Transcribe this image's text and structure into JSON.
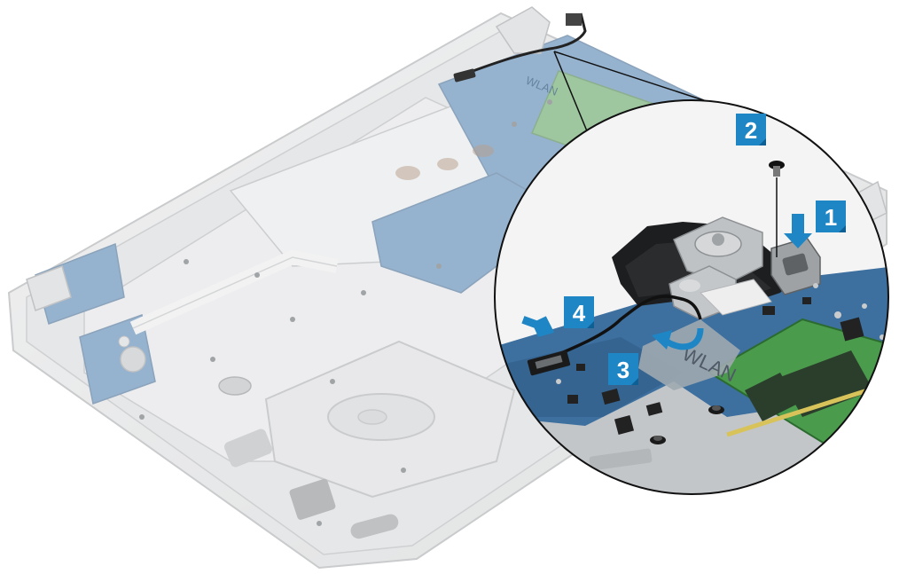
{
  "illustration": {
    "board_labels": {
      "wlan_main": "WLAN",
      "wlan_zoom": "WLAN"
    },
    "callouts": [
      {
        "id": "1",
        "label": "1"
      },
      {
        "id": "2",
        "label": "2"
      },
      {
        "id": "3",
        "label": "3"
      },
      {
        "id": "4",
        "label": "4"
      }
    ],
    "colors": {
      "callout": "#1f86c6",
      "board": "#3f74a8",
      "chassis": "#c9cbcd",
      "shield": "#d7d9db",
      "memory": "#4f9a52",
      "arrow": "#1f86c6"
    }
  }
}
